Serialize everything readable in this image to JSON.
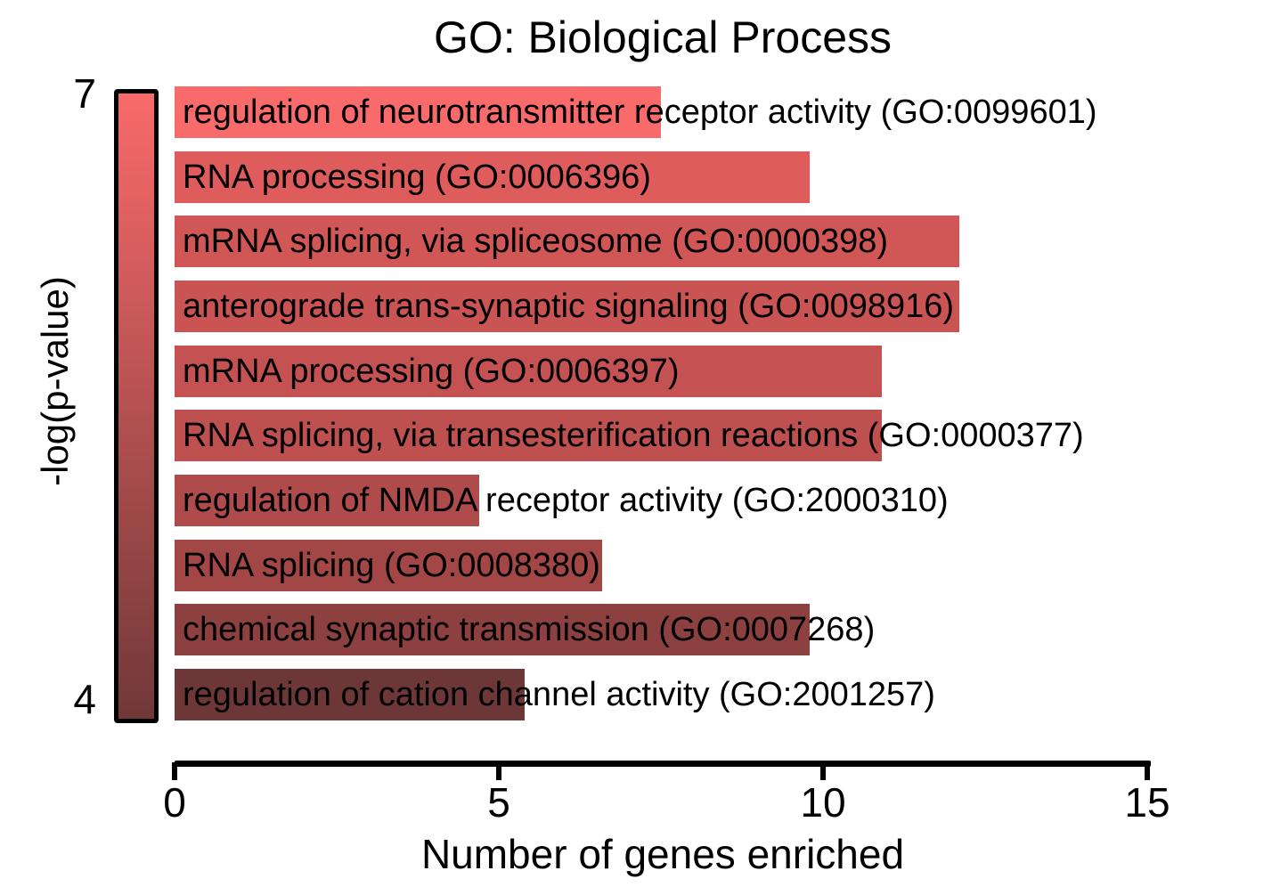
{
  "chart_data": {
    "type": "bar",
    "orientation": "horizontal",
    "title": "GO: Biological Process",
    "xlabel": "Number of genes enriched",
    "ylabel": "-log(p-value)",
    "xlim": [
      0,
      15
    ],
    "xticks": [
      "0",
      "5",
      "10",
      "15"
    ],
    "xtick_values": [
      0,
      5,
      10,
      15
    ],
    "grid": false,
    "legend": "none",
    "colorbar": {
      "label": "-log(p-value)",
      "top_label": "7",
      "bottom_label": "4",
      "top_value": 7,
      "bottom_value": 4,
      "top_color": "#f96a6a",
      "bottom_color": "#713838"
    },
    "categories": [
      "regulation of neurotransmitter receptor activity (GO:0099601)",
      "RNA processing (GO:0006396)",
      "mRNA splicing, via spliceosome (GO:0000398)",
      "anterograde trans-synaptic signaling (GO:0098916)",
      "mRNA processing (GO:0006397)",
      "RNA splicing, via transesterification reactions (GO:0000377)",
      "regulation of NMDA receptor activity (GO:2000310)",
      "RNA splicing (GO:0008380)",
      "chemical synaptic transmission (GO:0007268)",
      "regulation of cation channel activity (GO:2001257)"
    ],
    "values": [
      7.5,
      9.8,
      12.1,
      12.1,
      10.9,
      10.9,
      4.7,
      6.6,
      9.8,
      5.4
    ],
    "bar_colors": [
      "#f96a6a",
      "#de5c5c",
      "#d15757",
      "#ca5454",
      "#c45252",
      "#be5050",
      "#b04b4b",
      "#a24646",
      "#8d4040",
      "#6e3737"
    ],
    "text_color": "#000000"
  }
}
